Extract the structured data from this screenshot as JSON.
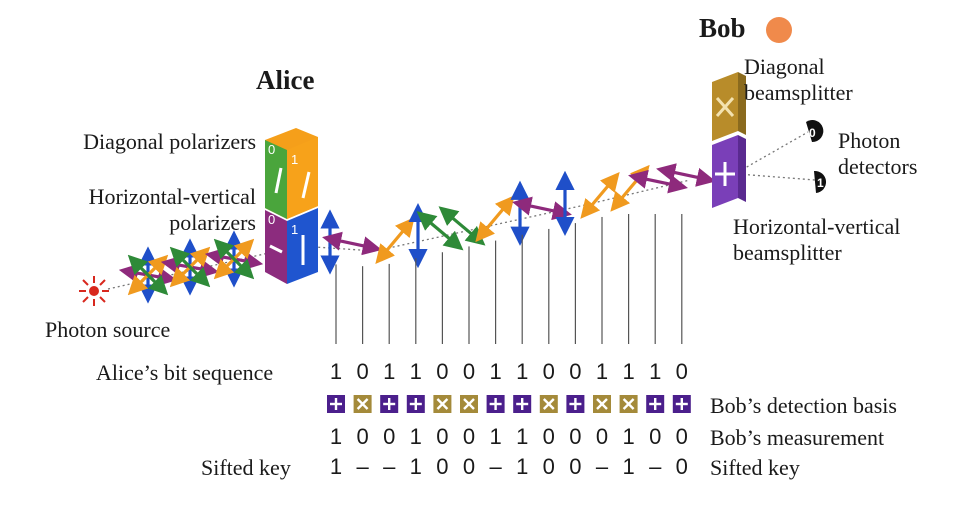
{
  "titles": {
    "alice": "Alice",
    "bob": "Bob"
  },
  "labels": {
    "diagonal_polarizers": "Diagonal polarizers",
    "hv_polarizers_line1": "Horizontal-vertical",
    "hv_polarizers_line2": "polarizers",
    "photon_source": "Photon source",
    "diagonal_beamsplitter_line1": "Diagonal",
    "diagonal_beamsplitter_line2": "beamsplitter",
    "photon_detectors_line1": "Photon",
    "photon_detectors_line2": "detectors",
    "hv_beamsplitter_line1": "Horizontal-vertical",
    "hv_beamsplitter_line2": "beamsplitter"
  },
  "polarizer_marks": {
    "diag_zero": "0",
    "diag_one": "1",
    "hv_zero": "0",
    "hv_one": "1"
  },
  "detector_marks": {
    "zero": "0",
    "one": "1"
  },
  "rows": {
    "alice_bits_label": "Alice’s bit sequence",
    "bob_basis_label": "Bob’s detection basis",
    "bob_measurement_label": "Bob’s measurement",
    "sifted_key_left_label": "Sifted key",
    "sifted_key_right_label": "Sifted key"
  },
  "alice_bits": [
    "1",
    "0",
    "1",
    "1",
    "0",
    "0",
    "1",
    "1",
    "0",
    "0",
    "1",
    "1",
    "1",
    "0"
  ],
  "bob_basis": [
    "+",
    "x",
    "+",
    "+",
    "x",
    "x",
    "+",
    "+",
    "x",
    "+",
    "x",
    "x",
    "+",
    "+"
  ],
  "bob_measurement": [
    "1",
    "0",
    "0",
    "1",
    "0",
    "0",
    "1",
    "1",
    "0",
    "0",
    "0",
    "1",
    "0",
    "0"
  ],
  "sifted_key": [
    "1",
    "–",
    "–",
    "1",
    "0",
    "0",
    "–",
    "1",
    "0",
    "0",
    "–",
    "1",
    "–",
    "0"
  ],
  "photon_polarization": [
    "v",
    "d2",
    "d1",
    "v",
    "d2",
    "d2",
    "d1",
    "v",
    "d2",
    "v",
    "d1",
    "d1",
    "d2",
    "d2"
  ],
  "colors": {
    "vertical": "#1f4fc9",
    "horizontal": "#8e2a7c",
    "diag_up": "#f09a1f",
    "diag_down": "#2e8a38",
    "basis_plus": "#4b1f8c",
    "basis_x": "#a48a3a",
    "source": "#d8281e",
    "cursor": "#f08a4b"
  }
}
